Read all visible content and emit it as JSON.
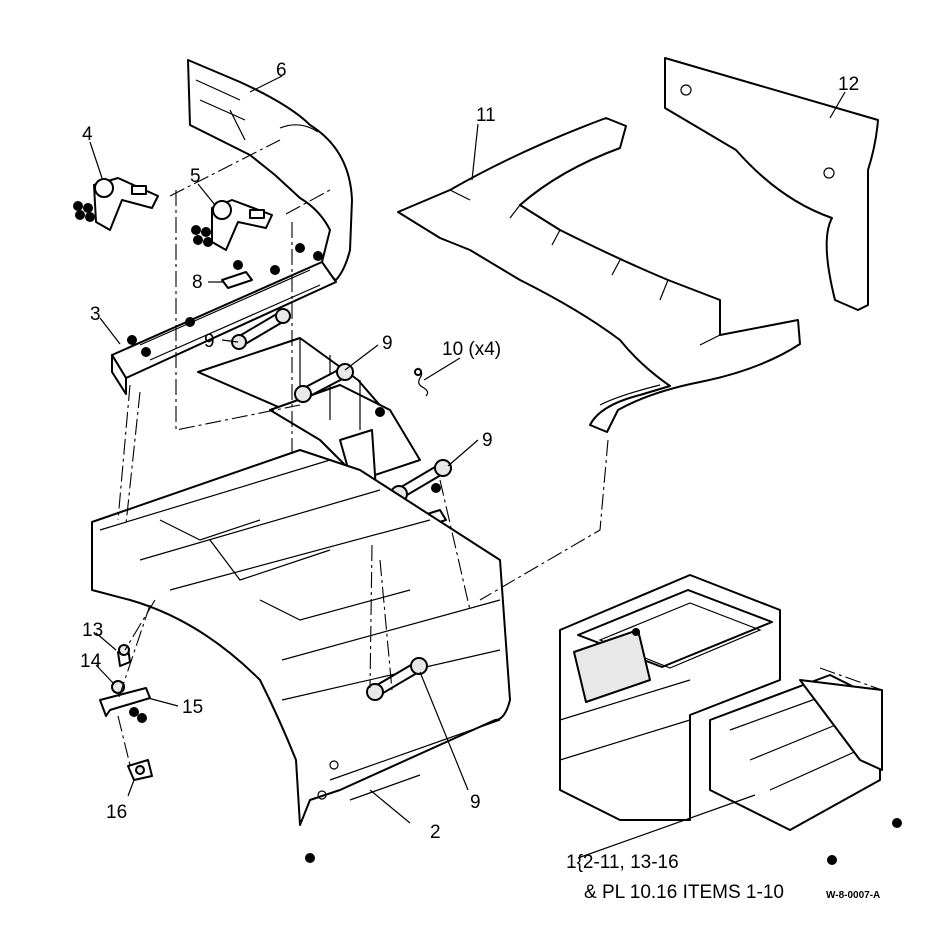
{
  "callouts": {
    "c2": "2",
    "c3": "3",
    "c4": "4",
    "c5": "5",
    "c6": "6",
    "c8": "8",
    "c9a": "9",
    "c9b": "9",
    "c9c": "9",
    "c9d": "9",
    "c10": "10 (x4)",
    "c11": "11",
    "c12": "12",
    "c13": "13",
    "c14": "14",
    "c15": "15",
    "c16": "16"
  },
  "assembly_note": {
    "line1": "1{2-11, 13-16",
    "line2": "& PL 10.16 ITEMS 1-10"
  },
  "figure_id": "W-8-0007-A"
}
